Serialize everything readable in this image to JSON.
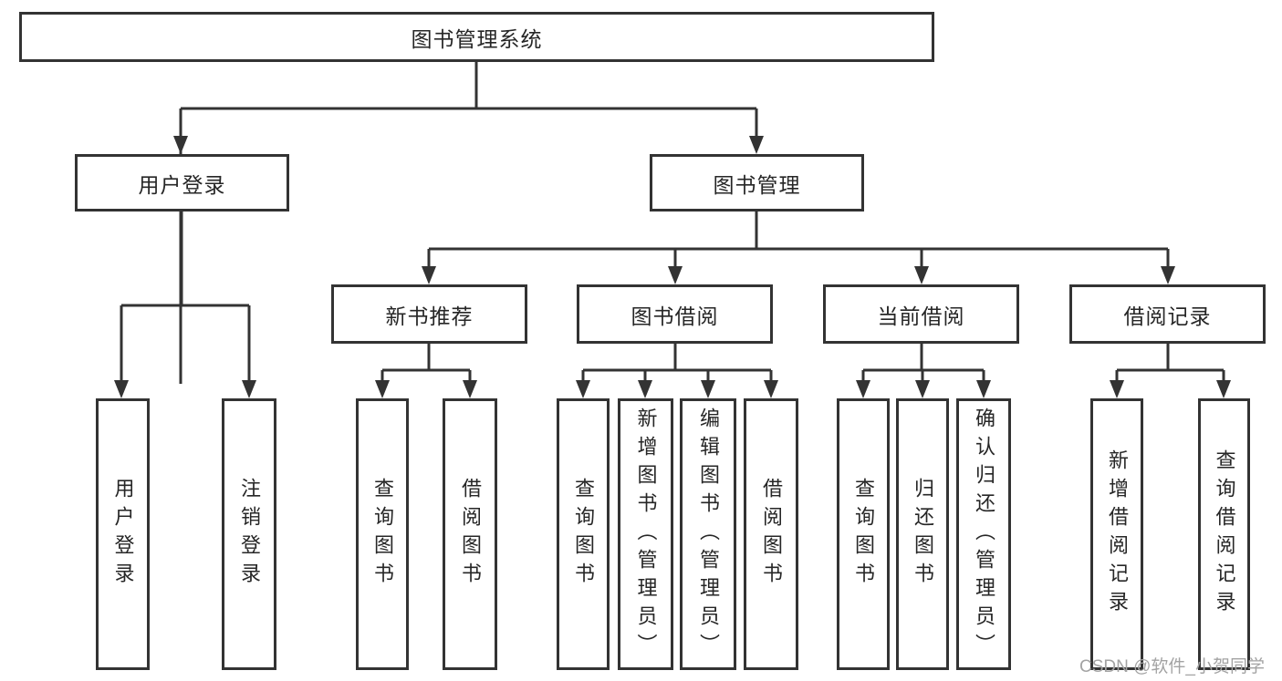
{
  "tree": {
    "root": "图书管理系统",
    "user": {
      "label": "用户登录",
      "children": [
        "用户登录",
        "注销登录"
      ]
    },
    "book": {
      "label": "图书管理",
      "sections": [
        {
          "label": "新书推荐",
          "children": [
            "查询图书",
            "借阅图书"
          ]
        },
        {
          "label": "图书借阅",
          "children": [
            "查询图书",
            "新增图书（管理员）",
            "编辑图书（管理员）",
            "借阅图书"
          ]
        },
        {
          "label": "当前借阅",
          "children": [
            "查询图书",
            "归还图书",
            "确认归还（管理员）"
          ]
        },
        {
          "label": "借阅记录",
          "children": [
            "新增借阅记录",
            "查询借阅记录"
          ]
        }
      ]
    }
  },
  "watermark": "CSDN @软件_小贺同学",
  "colors": {
    "line": "#333333",
    "box_border": "#333333",
    "box_background": "#ffffff",
    "text": "#262626",
    "watermark": "#a3a3a3",
    "page_background": "#ffffff"
  }
}
